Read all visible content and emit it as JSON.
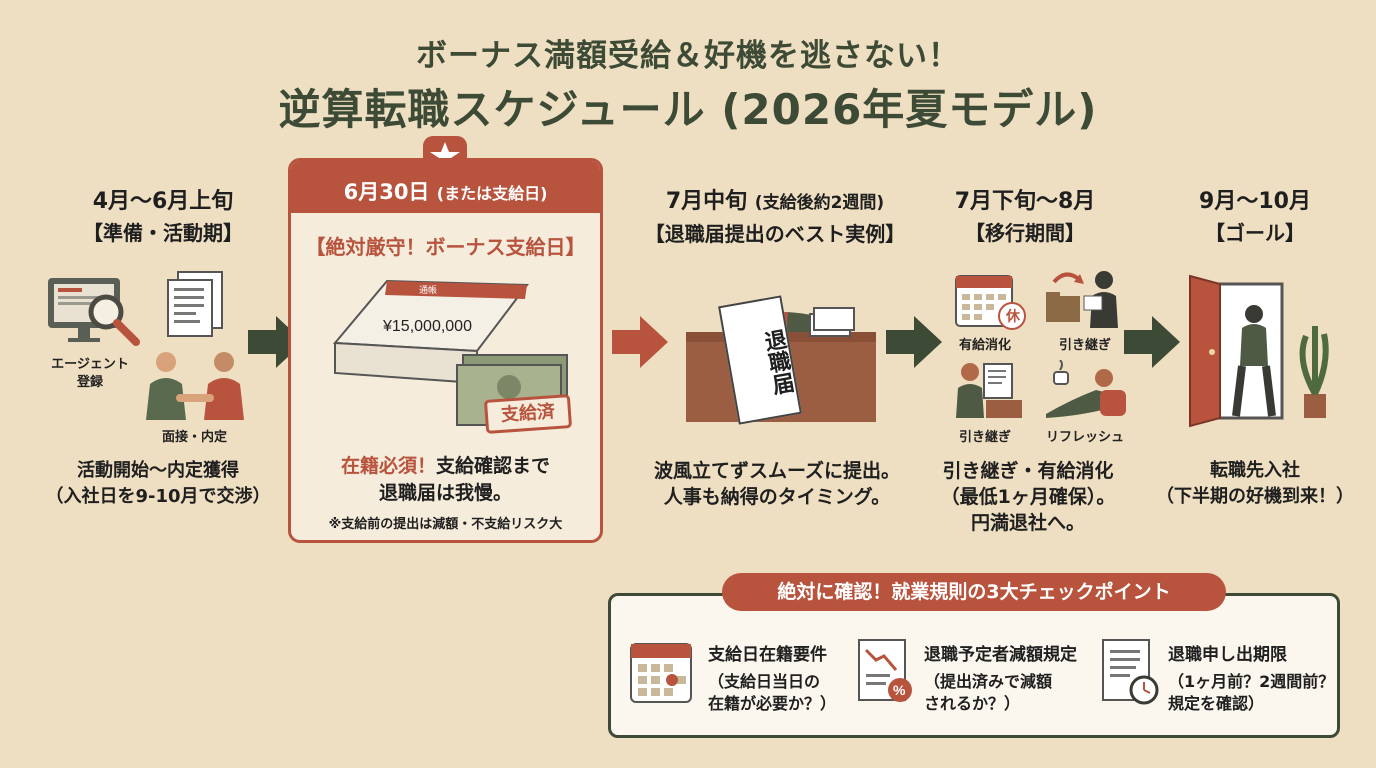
{
  "title": {
    "line1": "ボーナス満額受給＆好機を逃さない！",
    "line2": "逆算転職スケジュール (2026年夏モデル)"
  },
  "stages": [
    {
      "period": "4月〜6月上旬",
      "label": "【準備・活動期】",
      "icon_labels": [
        "エージェント",
        "登録",
        "面接・内定"
      ],
      "caption": [
        "活動開始〜内定獲得",
        "（入社日を9-10月で交渉）"
      ]
    },
    {
      "period": "6月30日",
      "period_note": "(または支給日)",
      "label": "【絶対厳守！ボーナス支給日】",
      "passbook_amount": "¥15,000,000",
      "passbook_header": "通帳",
      "stamp": "支給済",
      "caption_red": "在籍必須！",
      "caption_rest": "支給確認まで",
      "caption_line2": "退職届は我慢。",
      "note": "※支給前の提出は減額・不支給リスク大"
    },
    {
      "period": "7月中旬",
      "period_note": "(支給後約2週間)",
      "label": "【退職届提出のベスト実例】",
      "envelope": "退職届",
      "caption": [
        "波風立てずスムーズに提出。",
        "人事も納得のタイミング。"
      ]
    },
    {
      "period": "7月下旬〜8月",
      "label": "【移行期間】",
      "icon_labels": [
        "有給消化",
        "引き継ぎ",
        "引き継ぎ",
        "リフレッシュ"
      ],
      "holiday_mark": "休",
      "caption": [
        "引き継ぎ・有給消化",
        "（最低1ヶ月確保）。",
        "円満退社へ。"
      ]
    },
    {
      "period": "9月〜10月",
      "label": "【ゴール】",
      "caption": [
        "転職先入社",
        "（下半期の好機到来！）"
      ]
    }
  ],
  "checkpoints": {
    "heading": "絶対に確認！就業規則の3大チェックポイント",
    "items": [
      {
        "title": "支給日在籍要件",
        "desc": [
          "（支給日当日の",
          "在籍が必要か？）"
        ]
      },
      {
        "title": "退職予定者減額規定",
        "desc": [
          "（提出済みで減額",
          "されるか？）"
        ]
      },
      {
        "title": "退職申し出期限",
        "desc": [
          "（1ヶ月前？2週間前？",
          "規定を確認）"
        ]
      }
    ]
  },
  "colors": {
    "background": "#eedfc2",
    "accent_red": "#b8543e",
    "dark_green": "#3d4a35"
  }
}
